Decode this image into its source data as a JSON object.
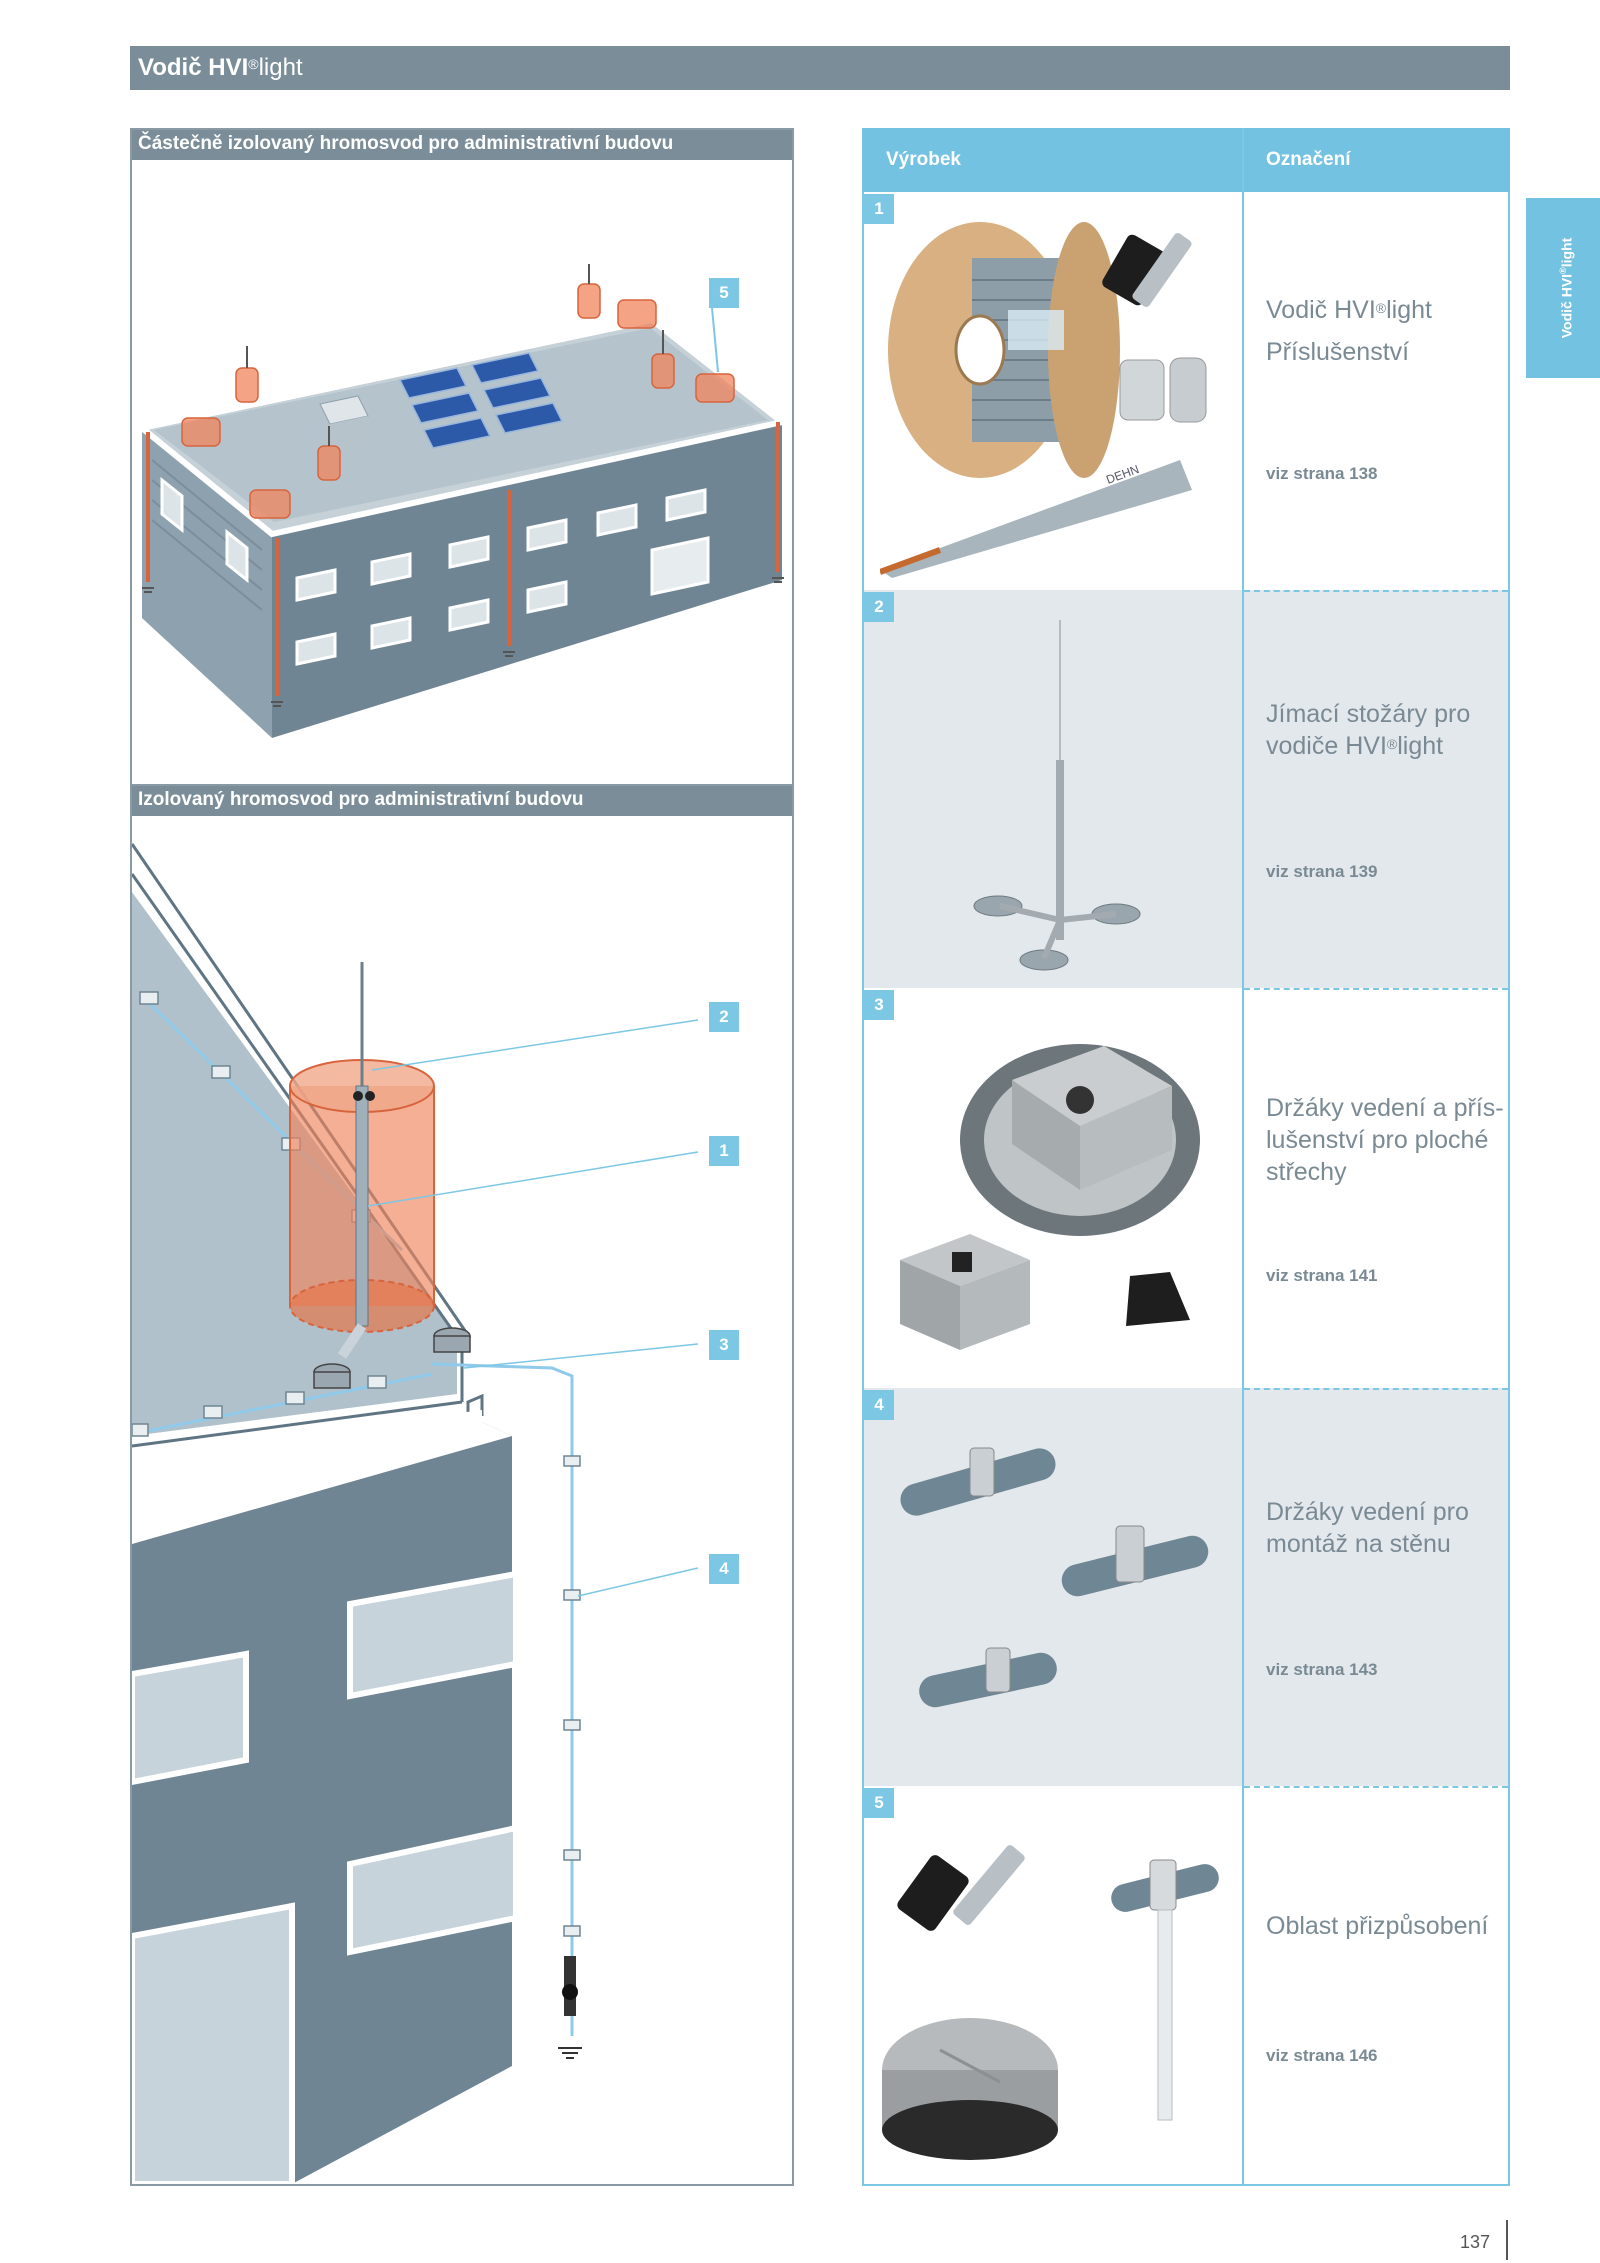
{
  "header": {
    "title_main": "Vodič HVI",
    "title_reg": "®",
    "title_light": "light"
  },
  "panels": {
    "top_title": "Částečně izolovaný hromosvod pro administrativní budovu",
    "bottom_title": "Izolovaný hromosvod pro administrativní budovu"
  },
  "callouts": {
    "top": [
      "5"
    ],
    "bottom": [
      "2",
      "1",
      "3",
      "4"
    ]
  },
  "table": {
    "col_product": "Výrobek",
    "col_designation": "Označení",
    "rows": [
      {
        "num": "1",
        "line1": "Vodič HVI",
        "reg": "®",
        "line1b": "light",
        "line2": "Příslušenství",
        "ref": "viz strana 138"
      },
      {
        "num": "2",
        "line1": "Jímací stožáry pro",
        "line2a": "vodiče HVI",
        "reg": "®",
        "line2b": "light",
        "ref": "viz strana 139"
      },
      {
        "num": "3",
        "line1": "Držáky vedení a přís-",
        "line2": "lušenství pro ploché",
        "line3": "střechy",
        "ref": "viz strana 141"
      },
      {
        "num": "4",
        "line1": "Držáky vedení pro",
        "line2": "montáž na stěnu",
        "ref": "viz strana 143"
      },
      {
        "num": "5",
        "line1": "Oblast přizpůsobení",
        "ref": "viz strana 146"
      }
    ]
  },
  "side_tab": {
    "text_main": "Vodič HVI",
    "reg": "®",
    "text_light": "light"
  },
  "footer": {
    "page_number": "137"
  },
  "colors": {
    "header_bar": "#7a8d99",
    "accent_blue": "#74c2e2",
    "row_shade": "#e3e8ec",
    "building_facade": "#6f8593",
    "isolation_orange": "#f0845c"
  }
}
